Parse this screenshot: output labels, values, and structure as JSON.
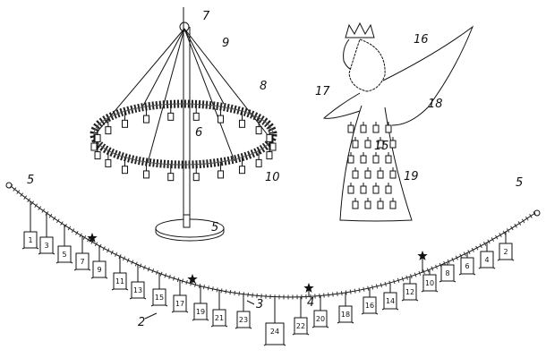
{
  "figure": {
    "reference_numerals": {
      "top": "7",
      "suspension_cords": "9",
      "wreath": "8",
      "pole": "6",
      "bag_wreath": "10",
      "stand": "5",
      "crown": "16",
      "angel_arm": "17",
      "angel_wing": "18",
      "angel_dress": "15",
      "bag_angel": "19",
      "garland_end_left": "5",
      "garland_end_right": "5",
      "bag_garland": "2",
      "cord": "3",
      "star": "4"
    },
    "garland_bags_left": [
      "1",
      "3",
      "5",
      "7",
      "9",
      "11",
      "13",
      "15",
      "17",
      "19",
      "21",
      "23",
      "24"
    ],
    "garland_bags_right": [
      "22",
      "20",
      "18",
      "16",
      "14",
      "12",
      "10",
      "8",
      "6",
      "4",
      "2"
    ],
    "colors": {
      "ink": "#111111",
      "paper": "#ffffff"
    }
  }
}
